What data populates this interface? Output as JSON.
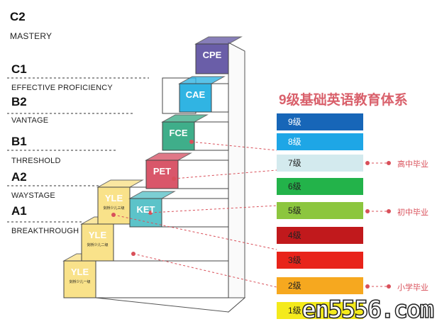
{
  "cefr": [
    {
      "level": "C2",
      "desc": "MASTERY"
    },
    {
      "level": "C1",
      "desc": "EFFECTIVE PROFICIENCY"
    },
    {
      "level": "B2",
      "desc": "VANTAGE"
    },
    {
      "level": "B1",
      "desc": "THRESHOLD"
    },
    {
      "level": "A2",
      "desc": "WAYSTAGE"
    },
    {
      "level": "A1",
      "desc": "BREAKTHROUGH"
    }
  ],
  "exams": {
    "cpe": "CPE",
    "cae": "CAE",
    "fce": "FCE",
    "pet": "PET",
    "ket": "KET",
    "yle": "YLE",
    "yle3_sub": "剑桥少儿三级",
    "yle2_sub": "剑桥少儿二级",
    "yle1_sub": "剑桥少儿一级"
  },
  "system_title": "9级基础英语教育体系",
  "levels": [
    {
      "label": "9级",
      "color": "#1766b8",
      "text": "#fff"
    },
    {
      "label": "8级",
      "color": "#1ea6e6",
      "text": "#fff"
    },
    {
      "label": "7级",
      "color": "#d3eaee",
      "text": "#222"
    },
    {
      "label": "6级",
      "color": "#23b34a",
      "text": "#222"
    },
    {
      "label": "5级",
      "color": "#8cc63e",
      "text": "#222"
    },
    {
      "label": "4级",
      "color": "#c1191c",
      "text": "#222"
    },
    {
      "label": "3级",
      "color": "#e8231a",
      "text": "#222"
    },
    {
      "label": "2级",
      "color": "#f6a81f",
      "text": "#222"
    },
    {
      "label": "1级",
      "color": "#f4ea1c",
      "text": "#222"
    }
  ],
  "graduation": {
    "high": "高中毕业",
    "middle": "初中毕业",
    "primary": "小学毕业"
  },
  "watermark": "en5556.com"
}
